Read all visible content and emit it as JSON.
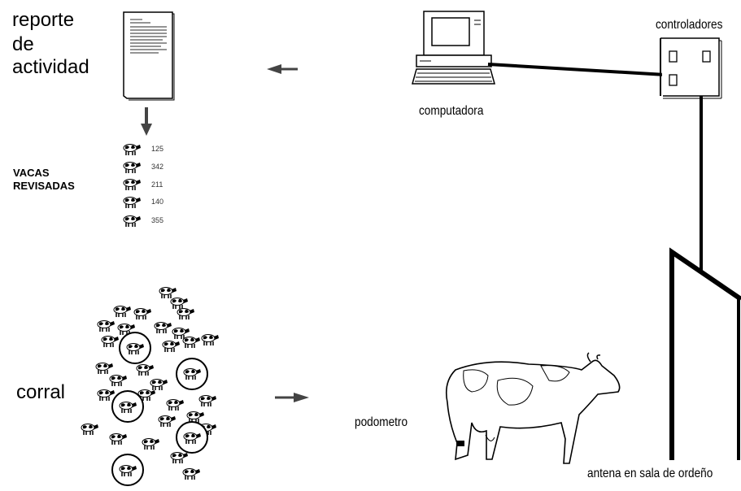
{
  "report": {
    "line1": "reporte",
    "line2": "de",
    "line3": "actividad"
  },
  "cows_checked": {
    "line1": "VACAS",
    "line2": "REVISADAS",
    "ids": [
      "125",
      "342",
      "211",
      "140",
      "355"
    ]
  },
  "corral": "corral",
  "computer": "computadora",
  "controllers": "controladores",
  "pedometer": "podometro",
  "antenna": "antena en sala de ordeño",
  "colors": {
    "ink": "#000000",
    "background": "#ffffff"
  }
}
